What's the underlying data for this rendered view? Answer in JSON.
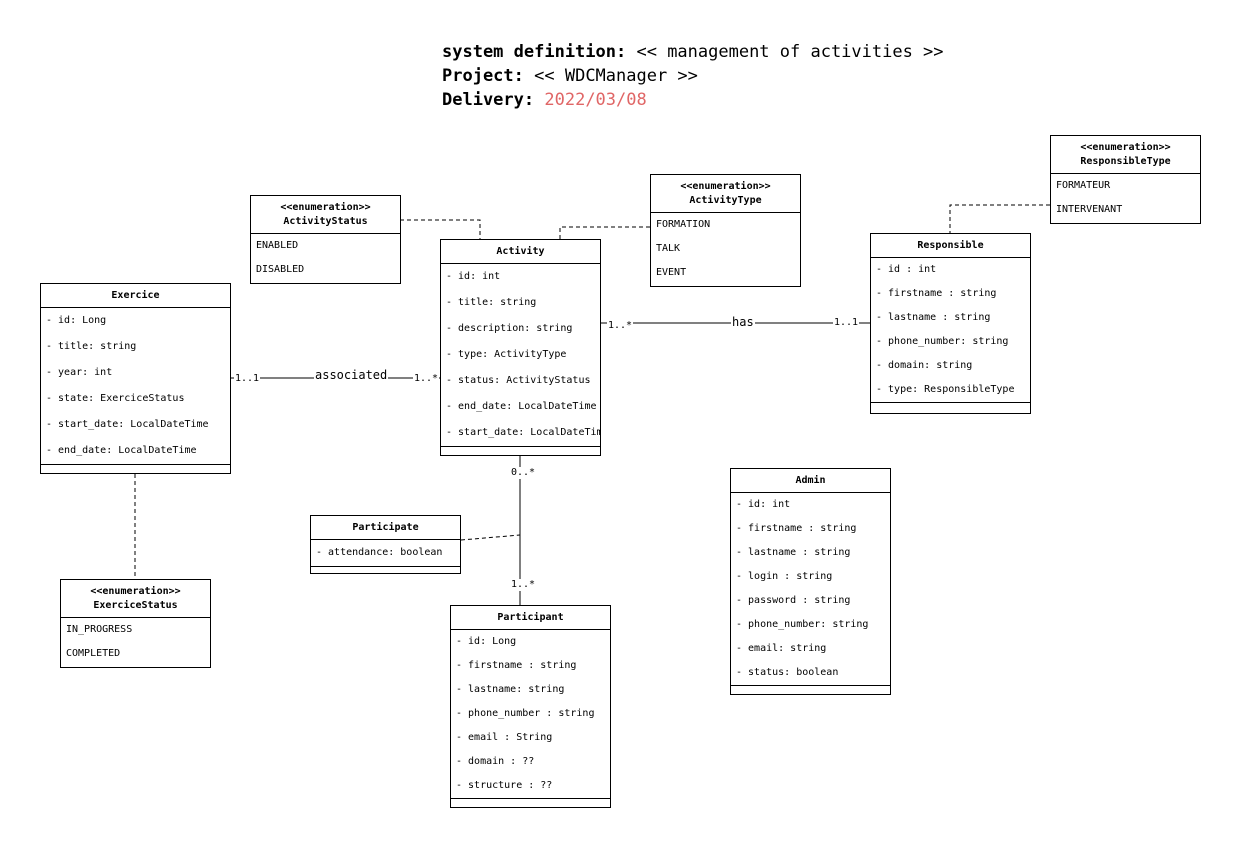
{
  "header": {
    "system_key": "system definition:",
    "system_value": "<< management of activities >>",
    "project_key": "Project:",
    "project_value": "<< WDCManager >>",
    "delivery_key": "Delivery:",
    "delivery_value": "2022/03/08",
    "delivery_color": "#e06666"
  },
  "classes": {
    "activity_status": {
      "stereotype": "<<enumeration>>",
      "name": "ActivityStatus",
      "items": [
        "ENABLED",
        "DISABLED"
      ]
    },
    "activity_type": {
      "stereotype": "<<enumeration>>",
      "name": "ActivityType",
      "items": [
        "FORMATION",
        "TALK",
        "EVENT"
      ]
    },
    "responsible_type": {
      "stereotype": "<<enumeration>>",
      "name": "ResponsibleType",
      "items": [
        "FORMATEUR",
        "INTERVENANT"
      ]
    },
    "exercice_status": {
      "stereotype": "<<enumeration>>",
      "name": "ExerciceStatus",
      "items": [
        "IN_PROGRESS",
        "COMPLETED"
      ]
    },
    "activity": {
      "name": "Activity",
      "attributes": [
        "- id: int",
        "- title: string",
        "- description: string",
        "- type: ActivityType",
        "- status: ActivityStatus",
        "- end_date: LocalDateTime",
        "- start_date: LocalDateTime"
      ]
    },
    "exercice": {
      "name": "Exercice",
      "attributes": [
        "- id: Long",
        "- title: string",
        "- year: int",
        "- state: ExerciceStatus",
        "- start_date: LocalDateTime",
        "- end_date: LocalDateTime"
      ]
    },
    "responsible": {
      "name": "Responsible",
      "attributes": [
        "- id : int",
        "- firstname : string",
        "- lastname : string",
        "- phone_number: string",
        "- domain: string",
        "- type: ResponsibleType"
      ]
    },
    "participate": {
      "name": "Participate",
      "attributes": [
        "- attendance: boolean"
      ]
    },
    "participant": {
      "name": "Participant",
      "attributes": [
        "- id: Long",
        "- firstname : string",
        "- lastname: string",
        "- phone_number : string",
        "- email : String",
        "- domain : ??",
        "- structure : ??"
      ]
    },
    "admin": {
      "name": "Admin",
      "attributes": [
        "- id: int",
        "- firstname : string",
        "- lastname : string",
        "- login : string",
        "- password : string",
        "- phone_number: string",
        "- email: string",
        "- status: boolean"
      ]
    }
  },
  "associations": {
    "exercice_activity": {
      "label": "associated",
      "left_mult": "1..1",
      "right_mult": "1..*"
    },
    "activity_responsible": {
      "label": "has",
      "left_mult": "1..*",
      "right_mult": "1..1"
    },
    "activity_participant": {
      "top_mult": "0..*",
      "bottom_mult": "1..*"
    }
  }
}
